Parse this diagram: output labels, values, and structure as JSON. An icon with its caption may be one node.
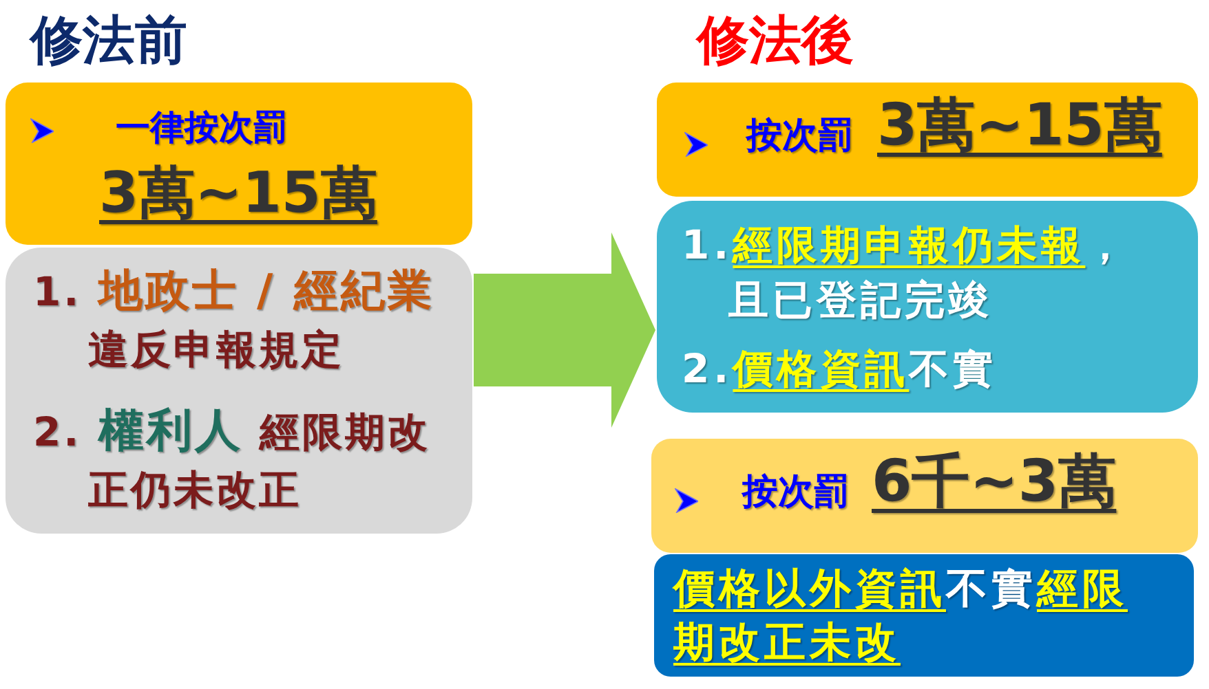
{
  "diagram": {
    "nodes": [
      {
        "text": [
          "一律按次罰",
          "3萬~15萬"
        ]
      },
      {
        "text": [
          "1. **地政士 / 經紀業**違反申報規定",
          "2. **權利人** 經限期改正仍未改正"
        ]
      },
      {
        "text": [
          "按次罰",
          "3萬~15萬"
        ]
      },
      {
        "text": [
          "1.**經限期申報仍未報**，且已登記完竣",
          "2.**價格資訊**不實"
        ]
      },
      {
        "text": [
          "按次罰",
          "6千~3萬"
        ]
      },
      {
        "text": [
          "**價格以外資訊**不實**經限期改正未改**"
        ]
      }
    ],
    "edges": [
      {
        "from": 1,
        "to": 3,
        "arrow": "to"
      }
    ],
    "labels": [
      "修法前",
      "修法後"
    ]
  }
}
